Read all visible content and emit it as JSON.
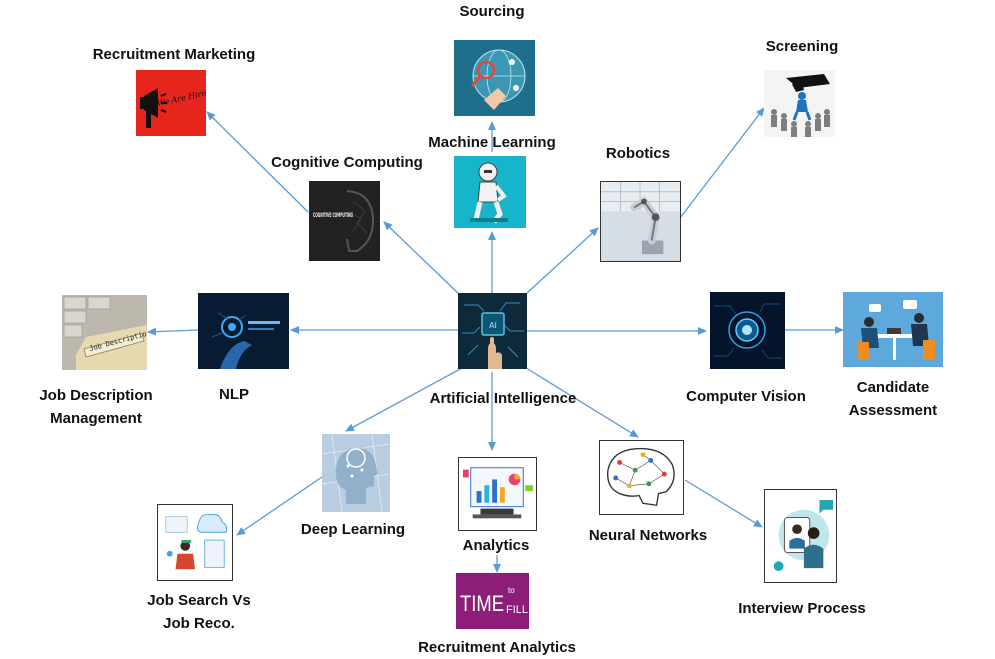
{
  "diagram": {
    "center": {
      "label": "Artificial Intelligence",
      "icon": "ai-hand-chip"
    },
    "nodes": {
      "sourcing": {
        "label": "Sourcing",
        "icon": "globe-search"
      },
      "recruitment_marketing": {
        "label": "Recruitment Marketing",
        "icon": "megaphone",
        "image_text": "We Are Hiring"
      },
      "screening": {
        "label": "Screening",
        "icon": "hand-picking-person"
      },
      "machine_learning": {
        "label": "Machine Learning",
        "icon": "robot-thinking"
      },
      "cognitive_computing": {
        "label": "Cognitive Computing",
        "icon": "brain-head",
        "image_text": "COGNITIVE COMPUTING"
      },
      "robotics": {
        "label": "Robotics",
        "icon": "robot-arm"
      },
      "nlp": {
        "label": "NLP",
        "icon": "hand-nlp"
      },
      "job_description_management": {
        "label_line1": "Job Description",
        "label_line2": "Management",
        "icon": "folder-tab",
        "image_text": "Job Descriptions"
      },
      "computer_vision": {
        "label": "Computer Vision",
        "icon": "eye-circuit"
      },
      "candidate_assessment": {
        "label_line1": "Candidate",
        "label_line2": "Assessment",
        "icon": "interview-people"
      },
      "deep_learning": {
        "label": "Deep Learning",
        "icon": "head-network"
      },
      "analytics": {
        "label": "Analytics",
        "icon": "dashboard"
      },
      "neural_networks": {
        "label": "Neural Networks",
        "icon": "brain-network"
      },
      "job_search": {
        "label_line1": "Job Search Vs",
        "label_line2": "Job Reco.",
        "icon": "person-cloud"
      },
      "recruitment_analytics": {
        "label": "Recruitment Analytics",
        "icon": "time-to-fill",
        "image_text_main": "TIME",
        "image_text_small_1": "to",
        "image_text_small_2": "FILL"
      },
      "interview_process": {
        "label": "Interview Process",
        "icon": "video-interview"
      }
    },
    "colors": {
      "arrow": "#5b9bd5",
      "label": "#111111"
    }
  }
}
